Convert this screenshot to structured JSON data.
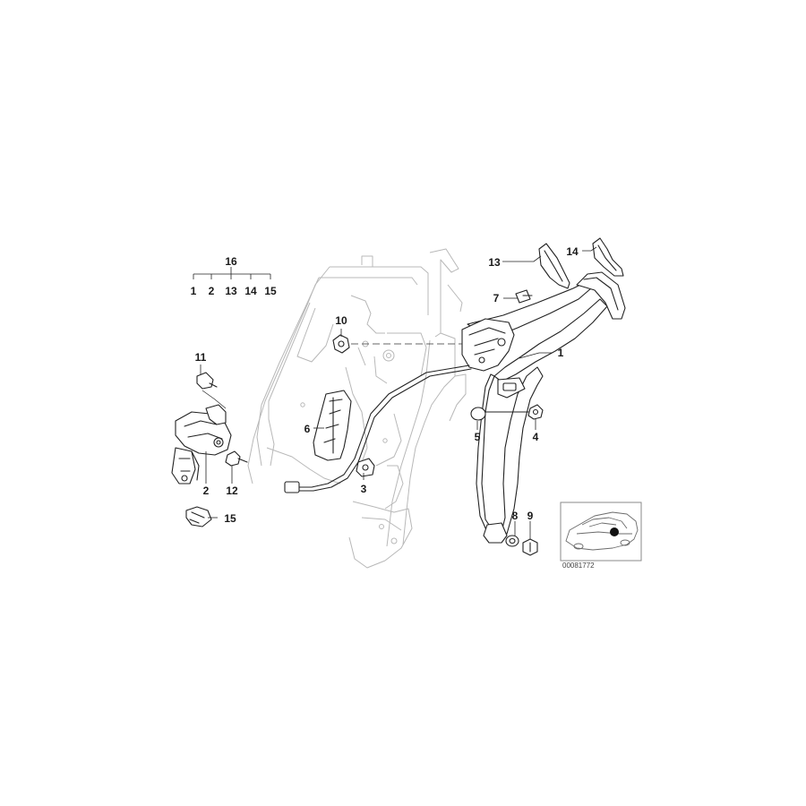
{
  "diagram": {
    "callouts": [
      {
        "id": "c1",
        "text": "1"
      },
      {
        "id": "c2",
        "text": "2"
      },
      {
        "id": "c3",
        "text": "3"
      },
      {
        "id": "c4",
        "text": "4"
      },
      {
        "id": "c5",
        "text": "5"
      },
      {
        "id": "c6",
        "text": "6"
      },
      {
        "id": "c7",
        "text": "7"
      },
      {
        "id": "c8",
        "text": "8"
      },
      {
        "id": "c9",
        "text": "9"
      },
      {
        "id": "c10",
        "text": "10"
      },
      {
        "id": "c11",
        "text": "11"
      },
      {
        "id": "c12",
        "text": "12"
      },
      {
        "id": "c13",
        "text": "13"
      },
      {
        "id": "c14",
        "text": "14"
      },
      {
        "id": "c15",
        "text": "15"
      },
      {
        "id": "c16",
        "text": "16"
      }
    ],
    "group": {
      "parent": "16",
      "children": [
        "1",
        "2",
        "13",
        "14",
        "15"
      ]
    },
    "image_code": "00081772"
  }
}
